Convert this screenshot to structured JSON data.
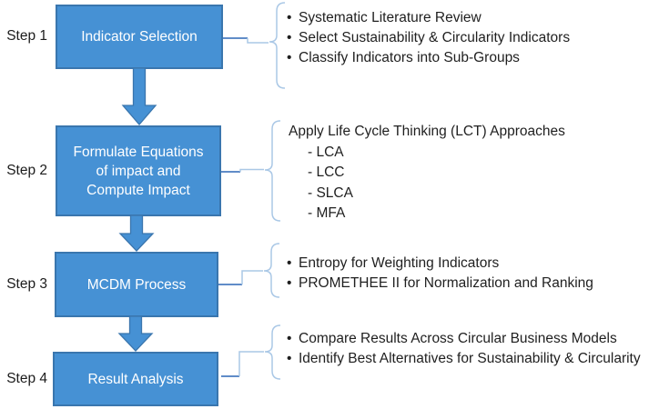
{
  "diagram": {
    "steps": [
      {
        "label": "Step 1",
        "box": "Indicator Selection",
        "items": [
          "Systematic Literature Review",
          "Select Sustainability & Circularity Indicators",
          "Classify Indicators into Sub-Groups"
        ]
      },
      {
        "label": "Step 2",
        "box": "Formulate Equations\nof impact and\nCompute Impact",
        "heading": "Apply Life Cycle Thinking (LCT) Approaches",
        "sub_items": [
          "- LCA",
          "- LCC",
          "- SLCA",
          "- MFA"
        ]
      },
      {
        "label": "Step 3",
        "box": "MCDM Process",
        "items": [
          "Entropy for Weighting Indicators",
          "PROMETHEE II for Normalization and Ranking"
        ]
      },
      {
        "label": "Step 4",
        "box": "Result Analysis",
        "items": [
          "Compare Results Across Circular Business Models",
          "Identify Best Alternatives for Sustainability & Circularity"
        ]
      }
    ],
    "colors": {
      "box_fill": "#4691d4",
      "box_border": "#3a76ae",
      "arrow_fill": "#4691d4",
      "arrow_border": "#3a76ae",
      "connector_dark": "#4a7cc0",
      "connector_light": "#aac8e6",
      "brace": "#aac8e6",
      "box_text": "#ffffff",
      "body_text": "#1f1f1f"
    }
  }
}
